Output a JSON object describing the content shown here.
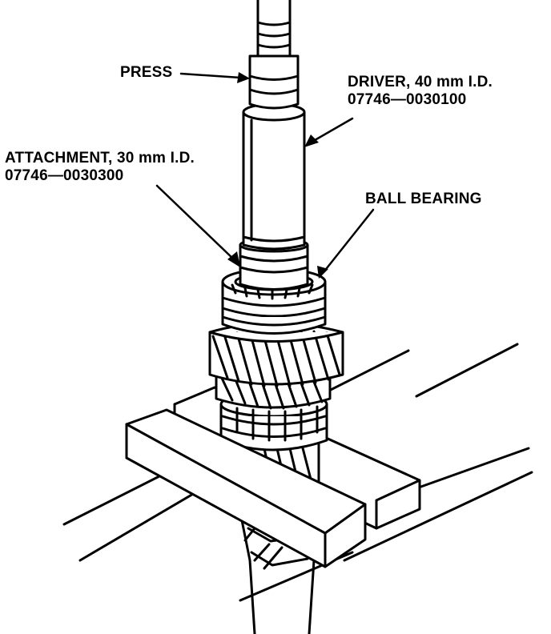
{
  "labels": {
    "press": "PRESS",
    "driver_line1": "DRIVER, 40 mm I.D.",
    "driver_line2": "07746—0030100",
    "attachment_line1": "ATTACHMENT, 30 mm I.D.",
    "attachment_line2": "07746—0030300",
    "ball_bearing": "BALL BEARING"
  },
  "colors": {
    "ink": "#000000",
    "paper": "#ffffff"
  }
}
